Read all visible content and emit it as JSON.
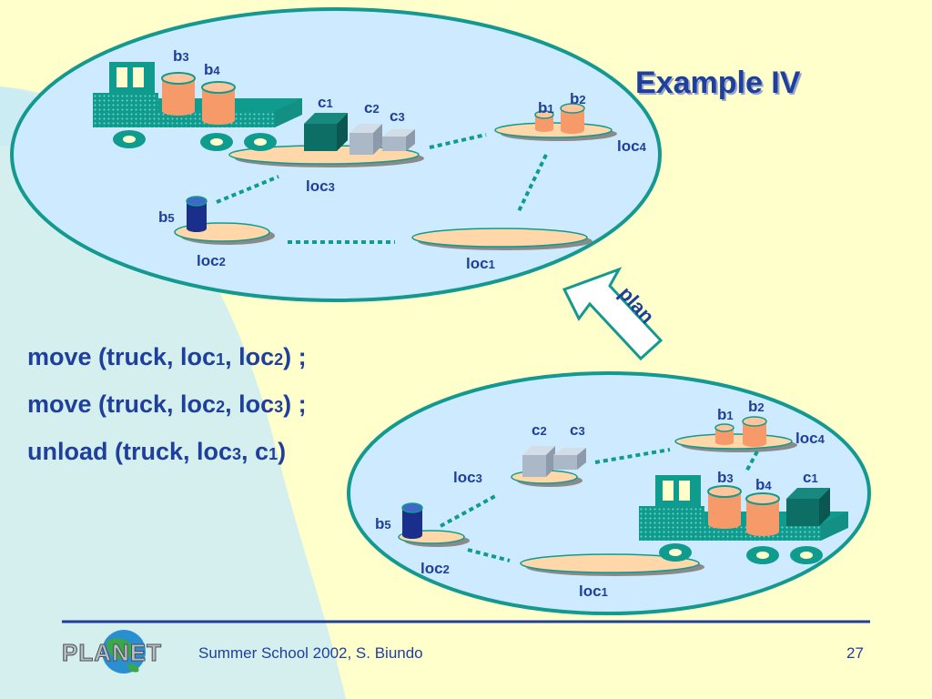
{
  "slide": {
    "title": "Example IV",
    "plan_label": "plan",
    "plan_steps": [
      {
        "pre": "move (truck, loc",
        "s1": "1",
        "mid": ", loc",
        "s2": "2",
        "post": ") ;"
      },
      {
        "pre": "move (truck, loc",
        "s1": "2",
        "mid": ", loc",
        "s2": "3",
        "post": ") ;"
      },
      {
        "pre": "unload (truck, loc",
        "s1": "3",
        "mid": ", c",
        "s2": "1",
        "post": ")"
      }
    ],
    "footer": {
      "logo_text": "PLANET",
      "credit": "Summer School 2002, S. Biundo",
      "page_number": "27"
    }
  },
  "top_state": {
    "labels": {
      "b3": {
        "p": "b",
        "s": "3"
      },
      "b4": {
        "p": "b",
        "s": "4"
      },
      "c1": {
        "p": "c",
        "s": "1"
      },
      "c2": {
        "p": "c",
        "s": "2"
      },
      "c3": {
        "p": "c",
        "s": "3"
      },
      "b1": {
        "p": "b",
        "s": "1"
      },
      "b2": {
        "p": "b",
        "s": "2"
      },
      "b5": {
        "p": "b",
        "s": "5"
      },
      "loc1": {
        "p": "loc",
        "s": "1"
      },
      "loc2": {
        "p": "loc",
        "s": "2"
      },
      "loc3": {
        "p": "loc",
        "s": "3"
      },
      "loc4": {
        "p": "loc",
        "s": "4"
      }
    }
  },
  "bottom_state": {
    "labels": {
      "b1": {
        "p": "b",
        "s": "1"
      },
      "b2": {
        "p": "b",
        "s": "2"
      },
      "c2": {
        "p": "c",
        "s": "2"
      },
      "c3": {
        "p": "c",
        "s": "3"
      },
      "loc4": {
        "p": "loc",
        "s": "4"
      },
      "loc3": {
        "p": "loc",
        "s": "3"
      },
      "b3": {
        "p": "b",
        "s": "3"
      },
      "b4": {
        "p": "b",
        "s": "4"
      },
      "c1": {
        "p": "c",
        "s": "1"
      },
      "b5": {
        "p": "b",
        "s": "5"
      },
      "loc2": {
        "p": "loc",
        "s": "2"
      },
      "loc1": {
        "p": "loc",
        "s": "1"
      }
    }
  },
  "colors": {
    "background": "#ffffcc",
    "ellipse_fill": "#cdeaff",
    "ellipse_stroke": "#13998f",
    "text_blue": "#1f3f9c",
    "truck_teal": "#0f9b8e",
    "barrel_orange": "#f79a6a",
    "pad_peach": "#ffd7a8",
    "container_dark": "#0d6e66",
    "container_gray": "#aab8c8",
    "barrel_blue": "#1a2f8c"
  }
}
